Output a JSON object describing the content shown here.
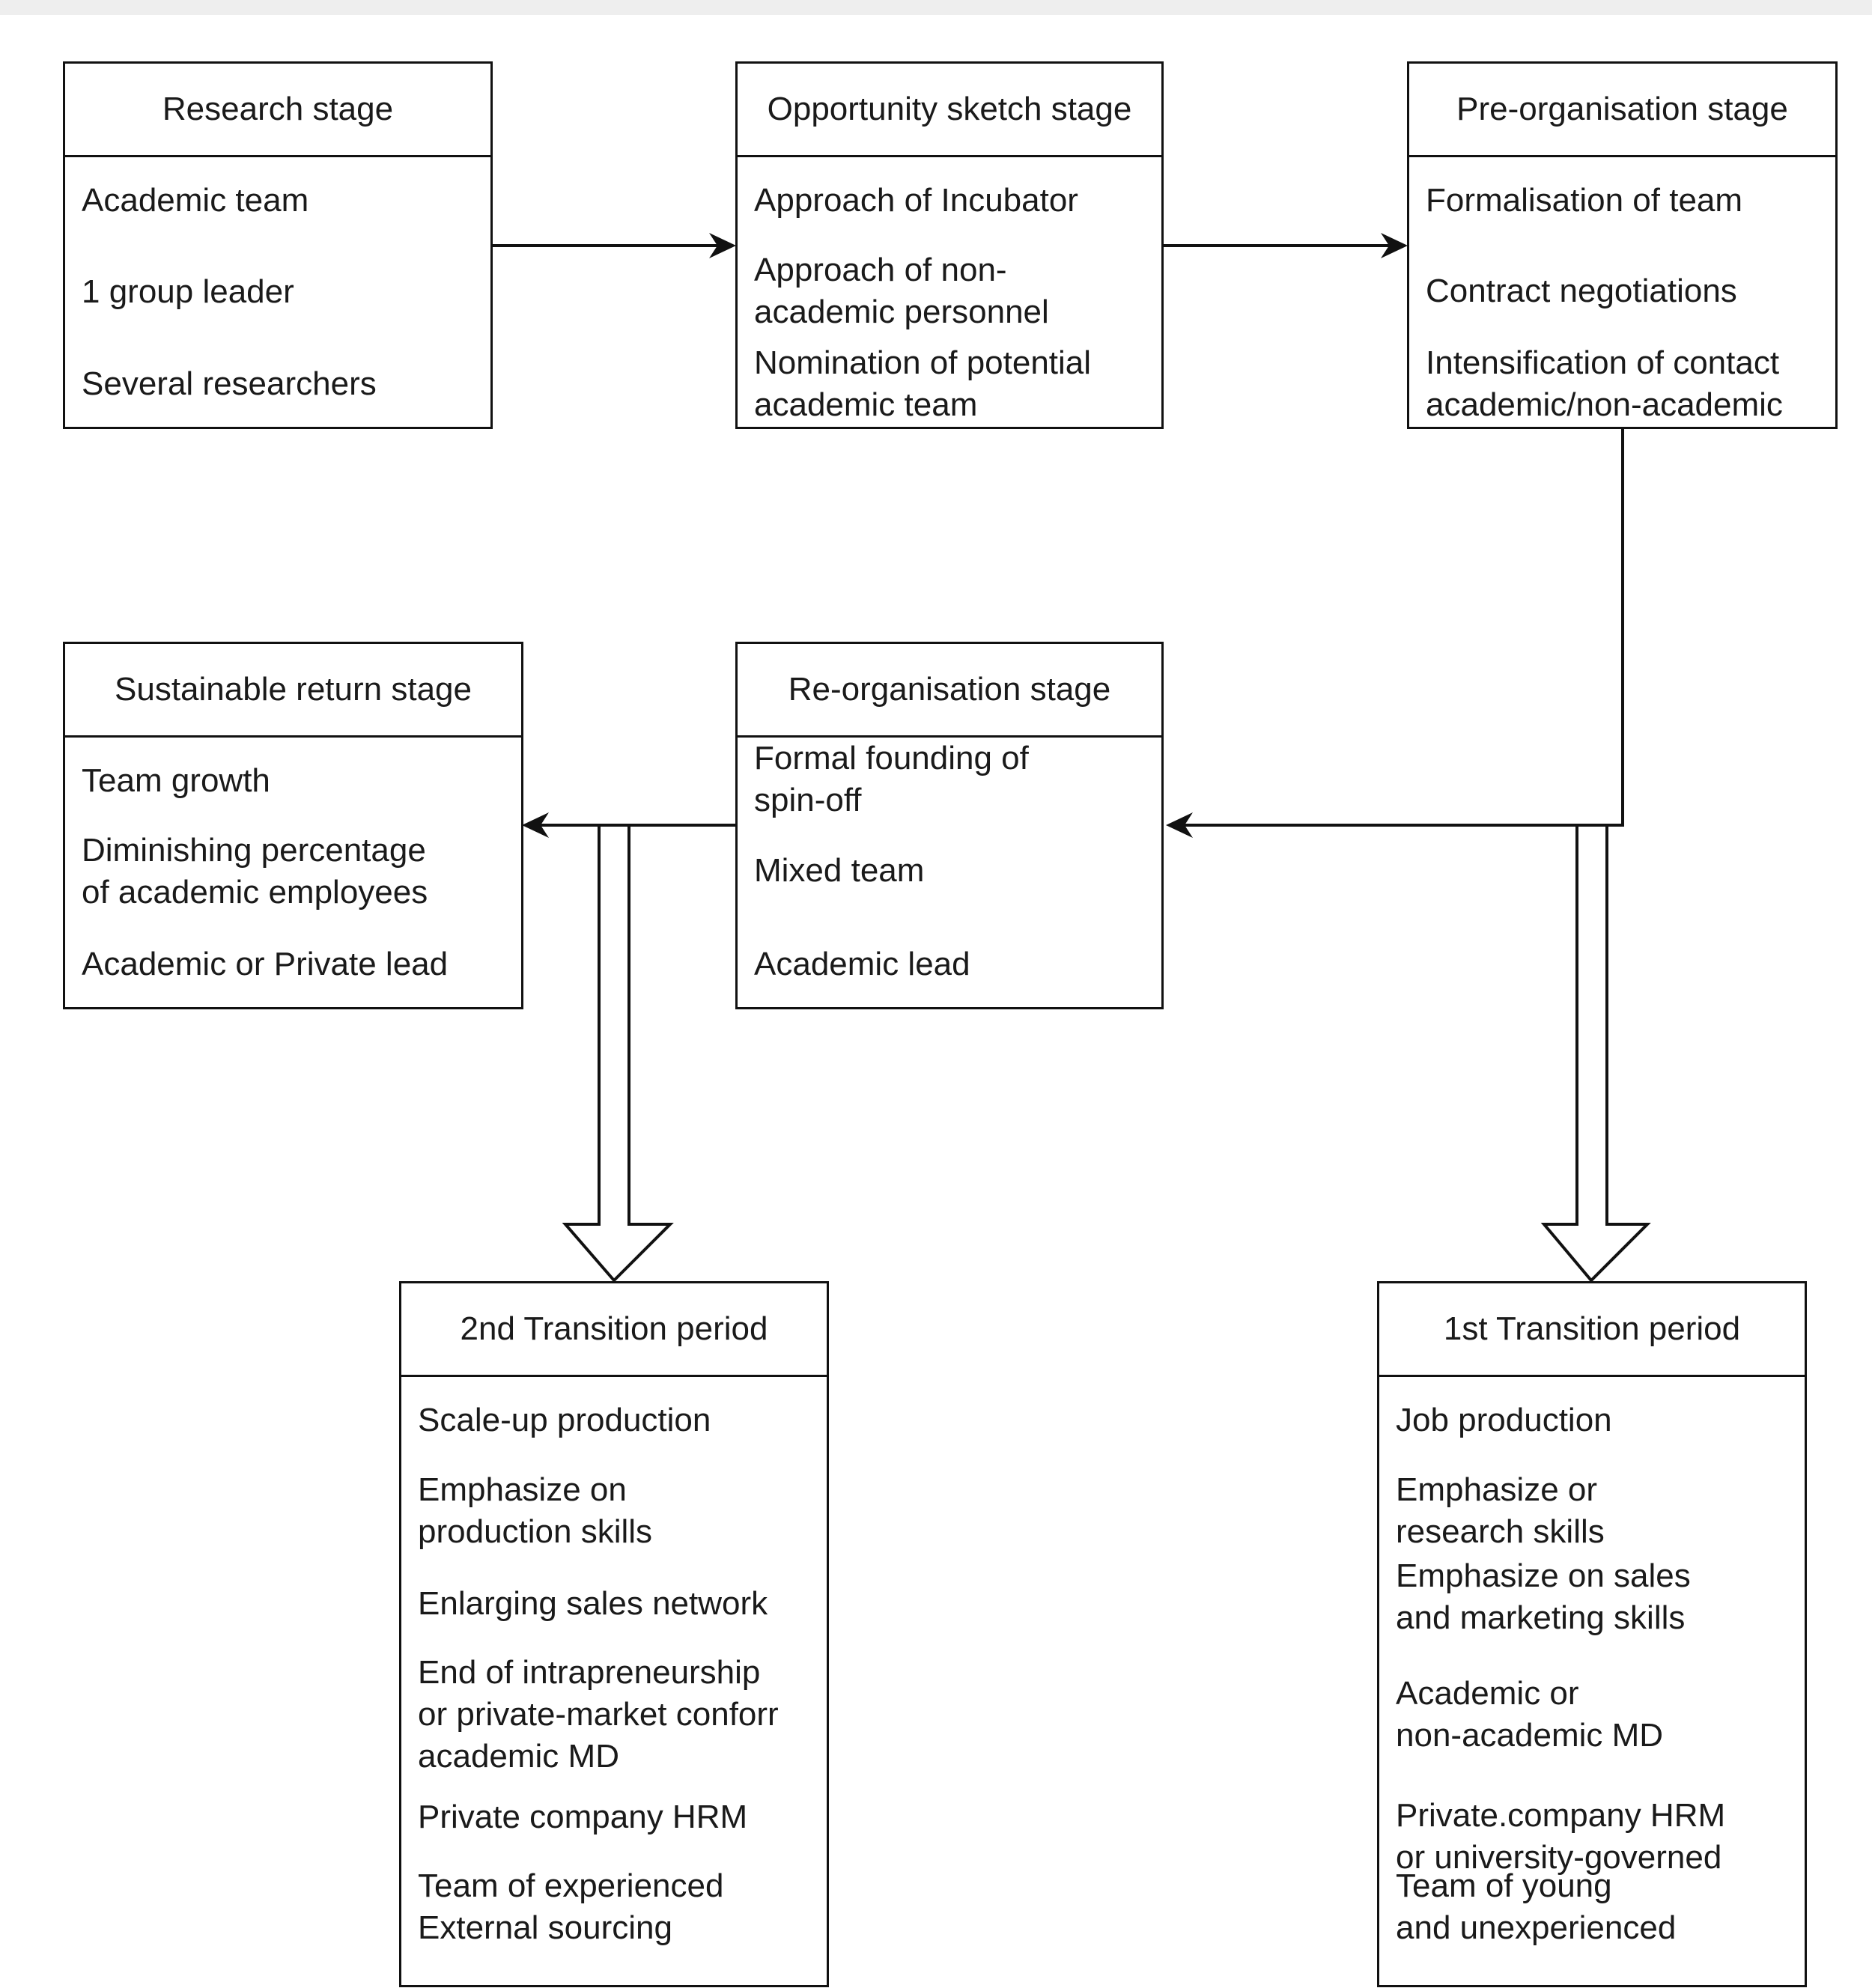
{
  "stages": {
    "research": {
      "title": "Research stage",
      "items": [
        "Academic team",
        "1 group leader",
        "Several researchers"
      ]
    },
    "opportunity": {
      "title": "Opportunity sketch stage",
      "items": [
        "Approach of Incubator",
        "Approach of non-\nacademic personnel",
        "Nomination of potential\nacademic team"
      ]
    },
    "preorg": {
      "title": "Pre-organisation stage",
      "items": [
        "Formalisation of team",
        "Contract negotiations",
        "Intensification of contact\nacademic/non-academic"
      ]
    },
    "sustainable": {
      "title": "Sustainable return stage",
      "items": [
        "Team growth",
        "Diminishing percentage\nof academic employees",
        "Academic or Private lead"
      ]
    },
    "reorg": {
      "title": "Re-organisation stage",
      "items": [
        "Formal founding of\nspin-off",
        "Mixed team",
        "Academic lead"
      ]
    },
    "second": {
      "title": "2nd Transition period",
      "items": [
        "Scale-up production",
        "Emphasize on\nproduction skills",
        "Enlarging sales network",
        "End of intrapreneurship\nor private-market conforr\nacademic MD",
        "Private company HRM",
        "Team of experienced\nExternal sourcing"
      ]
    },
    "first": {
      "title": "1st Transition period",
      "items": [
        "Job production",
        "Emphasize or\nresearch skills",
        "Emphasize on sales\nand marketing skills",
        "Academic or\nnon-academic MD",
        "Private.company HRM\nor university-governed",
        "Team of young\nand unexperienced"
      ]
    }
  }
}
